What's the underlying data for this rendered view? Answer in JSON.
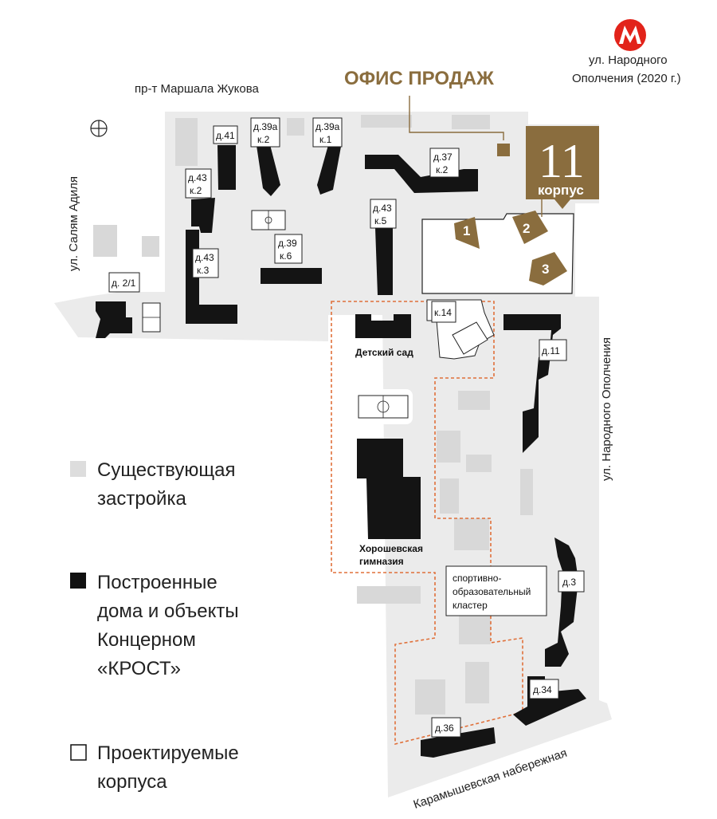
{
  "streets": {
    "zhukova": "пр-т Маршала Жукова",
    "salyama": "ул. Салям Адиля",
    "narodnogo_opolcheniya": "ул. Народного Ополчения",
    "karamyshevskaya": "Карамышевская набережная"
  },
  "metro": {
    "icon": "metro-m-icon",
    "color": "#e2231a",
    "line1": "ул. Народного",
    "line2": "Ополчения (2020 г.)"
  },
  "sales_office": {
    "label": "ОФИС ПРОДАЖ",
    "color": "#8a6d3e"
  },
  "highlight": {
    "number": "11",
    "label": "корпус",
    "color": "#8a6d3e"
  },
  "plots": [
    "1",
    "2",
    "3"
  ],
  "buildings": {
    "d41": "д.41",
    "d39a_k2_1": "д.39а",
    "d39a_k2_2": "к.2",
    "d39a_k1_1": "д.39а",
    "d39a_k1_2": "к.1",
    "d37_1": "д.37",
    "d37_2": "к.2",
    "d43_k2_1": "д.43",
    "d43_k2_2": "к.2",
    "d43_k5_1": "д.43",
    "d43_k5_2": "к.5",
    "d39_k6_1": "д.39",
    "d39_k6_2": "к.6",
    "d43_k3_1": "д.43",
    "d43_k3_2": "к.3",
    "d2_1": "д. 2/1",
    "k14": "к.14",
    "d11": "д.11",
    "d3": "д.3",
    "d34": "д.34",
    "d36": "д.36"
  },
  "facilities": {
    "kindergarten": "Детский сад",
    "gymnasium_1": "Хорошевская",
    "gymnasium_2": "гимназия",
    "cluster_1": "спортивно-",
    "cluster_2": "образовательный",
    "cluster_3": "кластер"
  },
  "legend": {
    "existing": {
      "line1": "Существующая",
      "line2": "застройка",
      "color": "#dddddd"
    },
    "built": {
      "line1": "Построенные",
      "line2": "дома и объекты",
      "line3": "Концерном",
      "line4": "«КРОСТ»",
      "color": "#111111"
    },
    "planned": {
      "line1": "Проектируемые",
      "line2": "корпуса",
      "color": "#ffffff"
    }
  },
  "colors": {
    "territory": "#ebebeb",
    "existing": "#d8d8d8",
    "built": "#141414",
    "orange_boundary": "#e0703a"
  }
}
